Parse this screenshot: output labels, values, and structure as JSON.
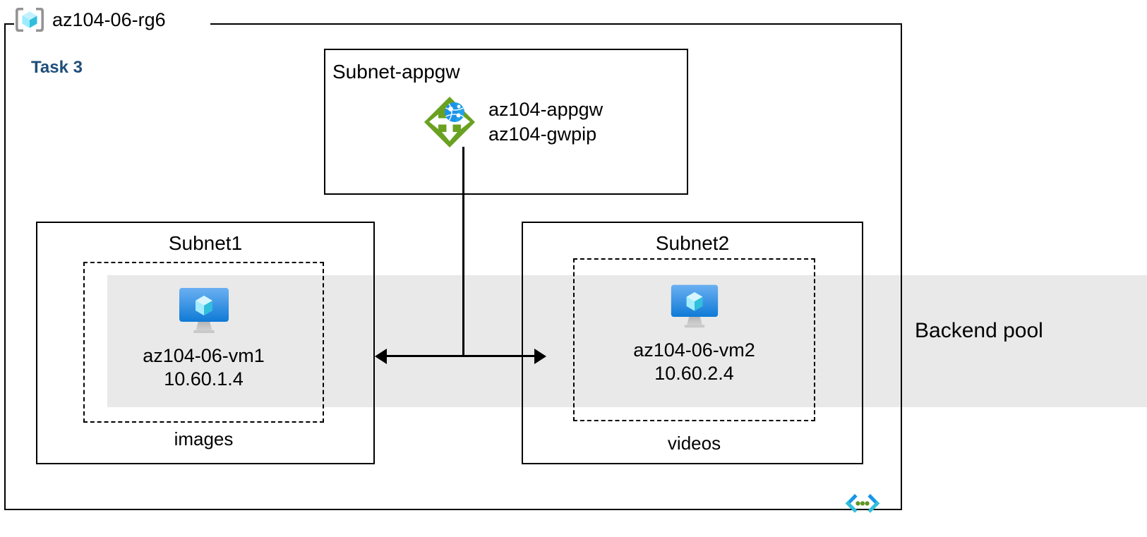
{
  "diagram": {
    "title": "az104-06-rg6",
    "task_label": "Task 3",
    "task_color": "#1f4e79",
    "band_color": "#e9e9e9",
    "line_color": "#000000"
  },
  "resource_group": {
    "name": "az104-06-rg6",
    "icon": "resource-group-cube-icon"
  },
  "subnets": [
    {
      "name": "Subnet-appgw",
      "resources": [
        {
          "icon": "application-gateway-icon",
          "lines": [
            "az104-appgw",
            "az104-gwpip"
          ]
        }
      ]
    },
    {
      "name": "Subnet1",
      "nic_caption": "images",
      "vm": {
        "icon": "virtual-machine-icon",
        "name": "az104-06-vm1",
        "ip": "10.60.1.4"
      }
    },
    {
      "name": "Subnet2",
      "nic_caption": "videos",
      "vm": {
        "icon": "virtual-machine-icon",
        "name": "az104-06-vm2",
        "ip": "10.60.2.4"
      }
    }
  ],
  "appgw": {
    "line1": "az104-appgw",
    "line2": "az104-gwpip"
  },
  "backend_pool": {
    "label": "Backend pool"
  },
  "vnet": {
    "icon": "virtual-network-icon"
  },
  "colors": {
    "appgw_green": "#6aa121",
    "appgw_green_dark": "#569112",
    "vm_blue_top": "#5ea0ef",
    "vm_blue_bottom": "#0078d4",
    "cube_cyan": "#50e6ff",
    "cube_light": "#c3f1ff",
    "bracket_gray": "#949494",
    "vnet_cyan": "#32bedd",
    "vnet_blue": "#1b93eb",
    "vnet_green": "#5e9624"
  }
}
